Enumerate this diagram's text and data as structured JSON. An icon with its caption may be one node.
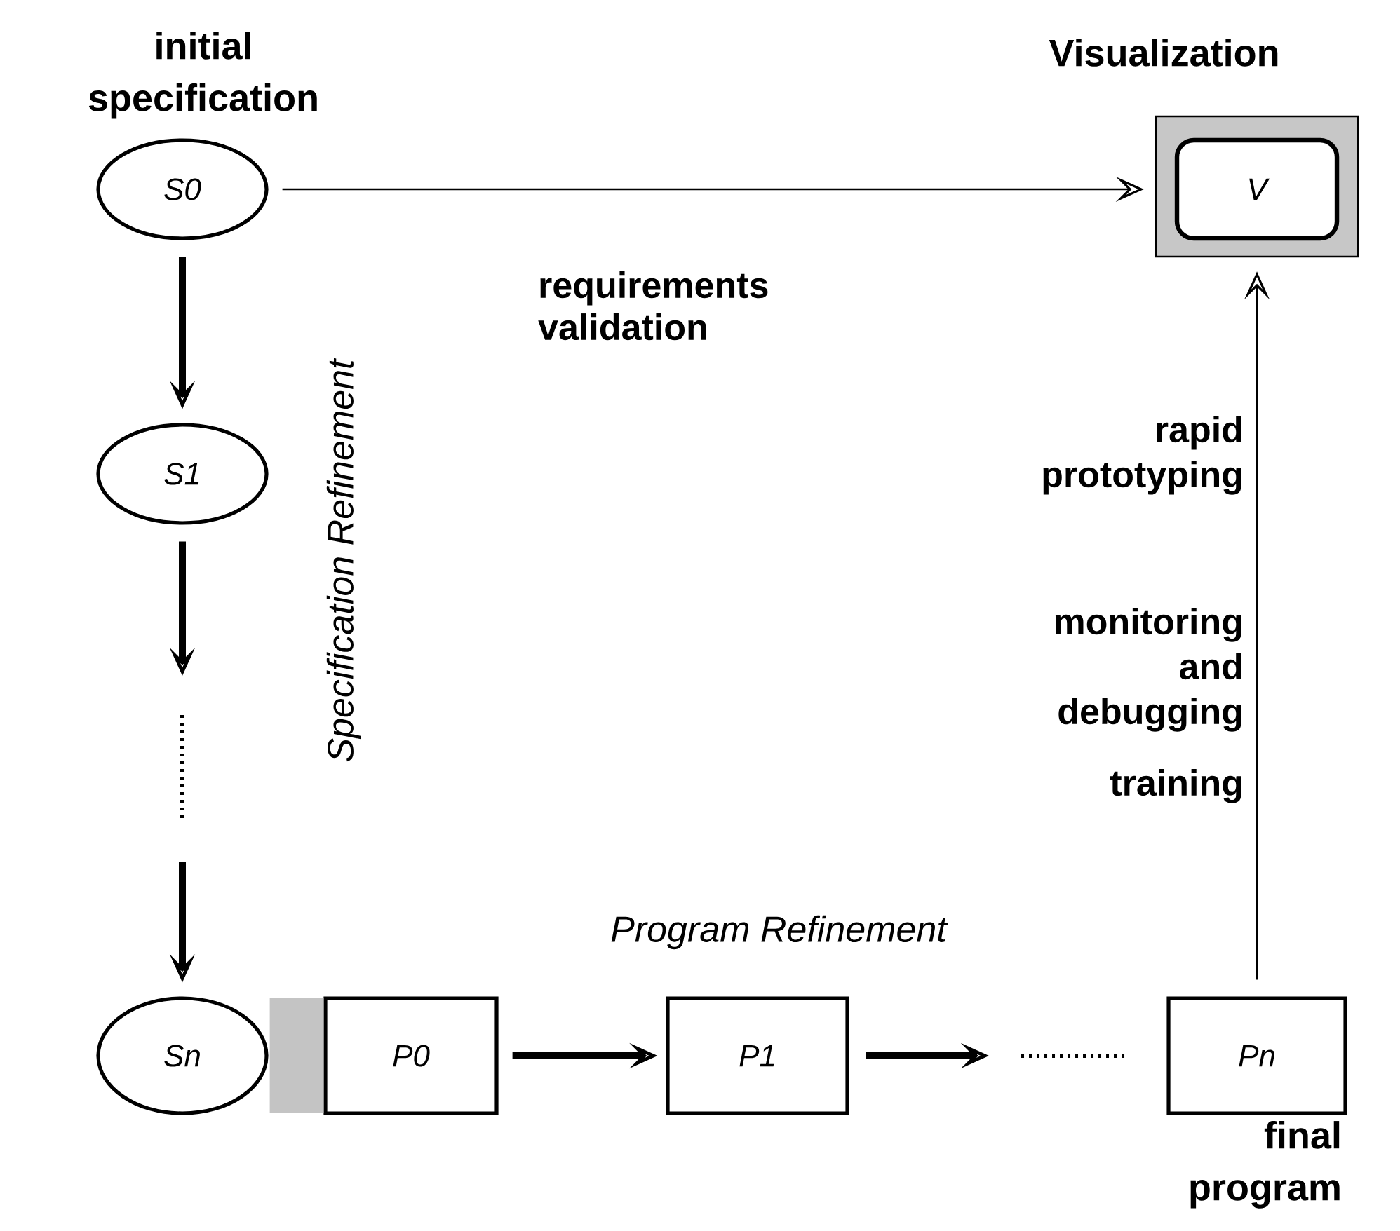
{
  "diagram": {
    "nodes": [
      {
        "text": [
          "S0"
        ],
        "beside": [
          "initial specification"
        ]
      },
      {
        "text": [
          "V"
        ],
        "beside": [
          "Visualization"
        ]
      },
      {
        "text": [
          "S1"
        ]
      },
      {
        "text": [
          "Sn"
        ]
      },
      {
        "text": [
          "P0"
        ]
      },
      {
        "text": [
          "P1"
        ]
      },
      {
        "text": [
          "Pn"
        ],
        "beside": [
          "final program"
        ]
      }
    ],
    "edges": [
      {
        "from": 0,
        "to": 1,
        "arrow": "to",
        "label": "requirements validation"
      },
      {
        "from": 0,
        "to": 2,
        "arrow": "to"
      },
      {
        "from": 2,
        "to": null,
        "arrow": "to"
      },
      {
        "from": null,
        "to": 3,
        "arrow": "to"
      },
      {
        "from": 3,
        "to": 4,
        "arrow": "none",
        "style": "thick",
        "color": "#c4c4c4"
      },
      {
        "from": 4,
        "to": 5,
        "arrow": "to"
      },
      {
        "from": 5,
        "to": null,
        "arrow": "to"
      },
      {
        "from": 6,
        "to": 1,
        "arrow": "to"
      }
    ],
    "labels": [
      "Specification Refinement",
      "rapid prototyping",
      "monitoring and debugging",
      "training",
      "Program Refinement"
    ]
  }
}
